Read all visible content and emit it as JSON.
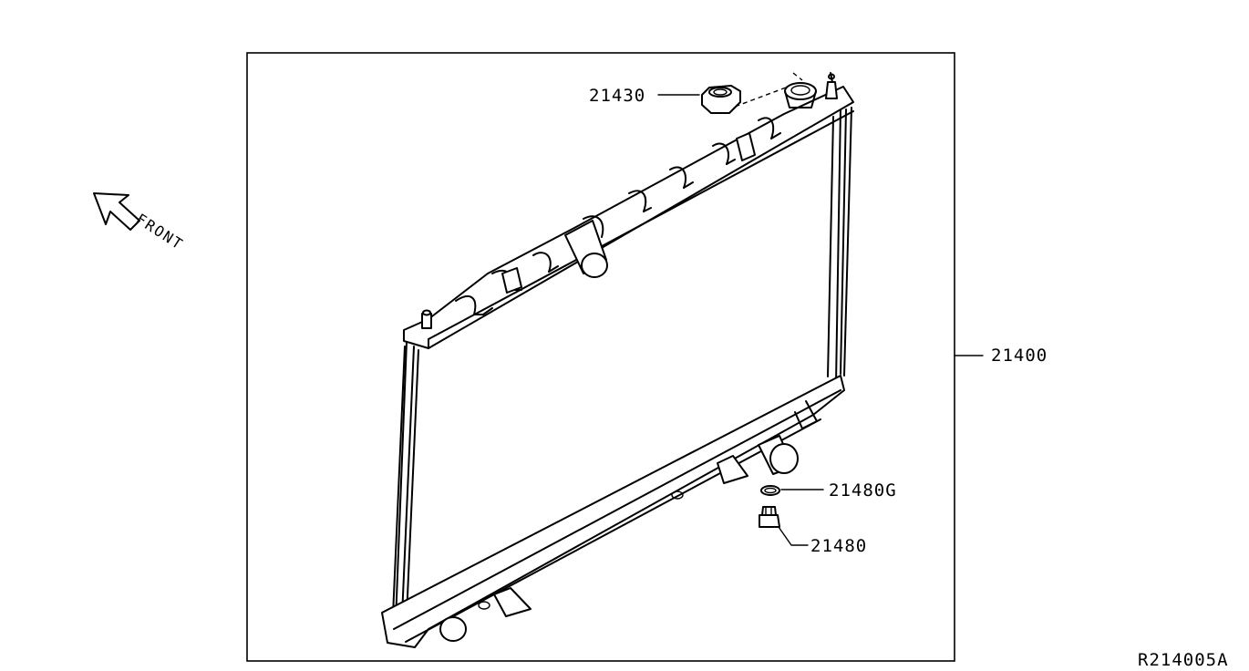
{
  "diagram": {
    "front_label": "FRONT",
    "parts": {
      "radiator": "21400",
      "cap": "21430",
      "drain_gasket": "21480G",
      "drain_plug": "21480"
    },
    "reference_code": "R214005A"
  }
}
